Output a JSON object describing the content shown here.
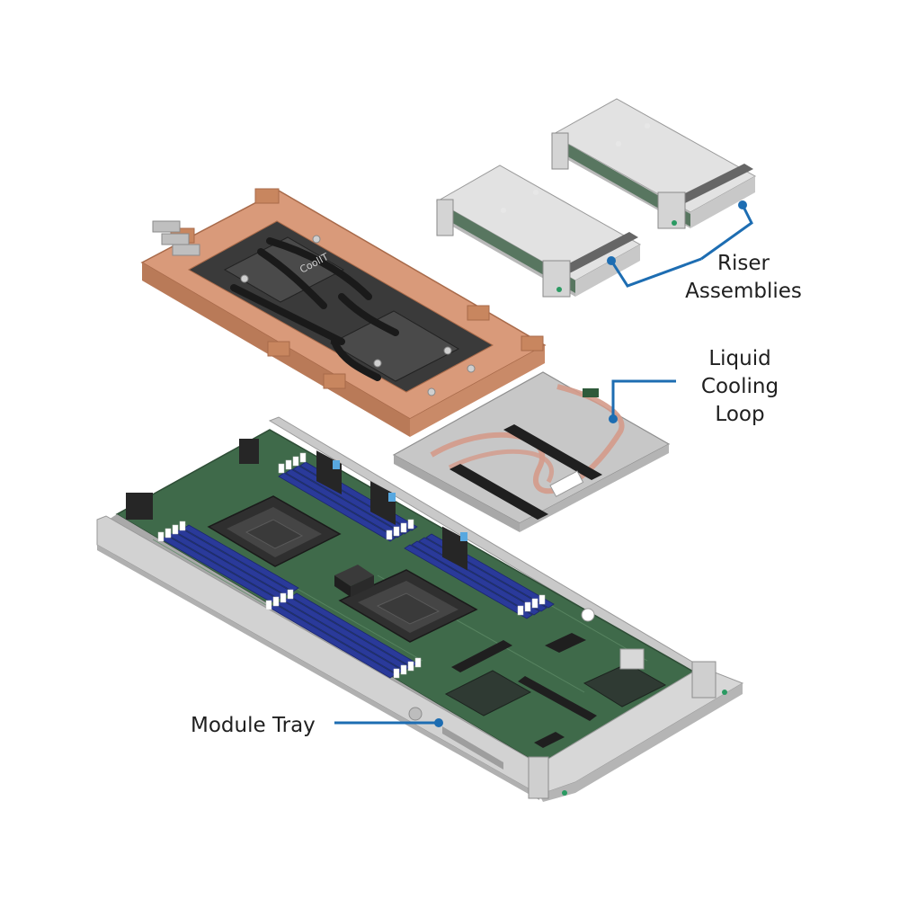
{
  "callouts": {
    "riser": {
      "line1": "Riser",
      "line2": "Assemblies"
    },
    "cooling": {
      "line1": "Liquid",
      "line2": "Cooling",
      "line3": "Loop"
    },
    "tray": {
      "text": "Module Tray"
    }
  },
  "module_labels": {
    "cold_plate": "CoolIT"
  },
  "colors": {
    "callout_line": "#1d6db2",
    "copper_frame": "#d99a7a",
    "pcb_green": "#3f6a4a",
    "dimm_blue": "#2a3a9a",
    "metal_light": "#dcdcdc",
    "metal_mid": "#b8b8b8"
  }
}
